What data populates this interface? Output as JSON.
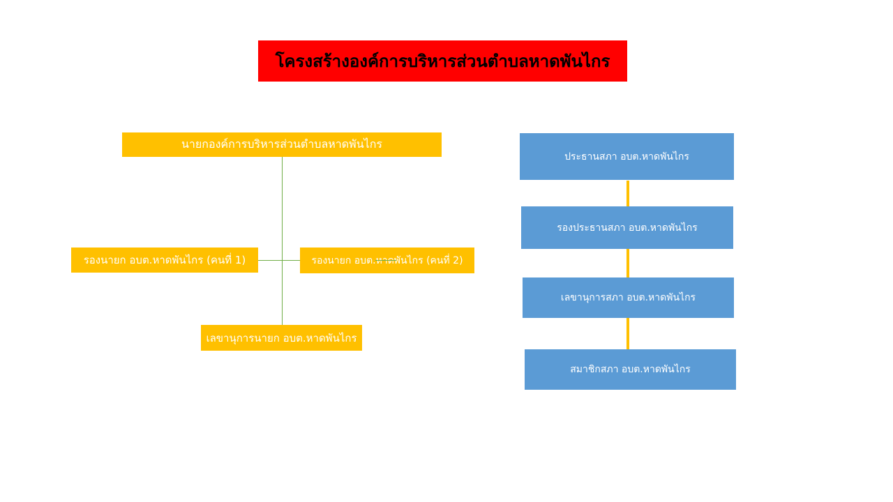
{
  "title": "โครงสร้างองค์การบริหารส่วนตำบลหาดพันไกร",
  "executive": {
    "chief": "นายกองค์การบริหารส่วนตำบลหาดพันไกร",
    "deputy_1": "รองนายก อบต.หาดพันไกร (คนที่  1)",
    "deputy_2": "รองนายก อบต.หาดพันไกร (คนที่  2)",
    "secretary": "เลขานุการนายก อบต.หาดพันไกร"
  },
  "council": {
    "president": "ประธานสภา อบต.หาดพันไกร",
    "vice_president": "รองประธานสภา อบต.หาดพันไกร",
    "secretary": "เลขานุการสภา อบต.หาดพันไกร",
    "members": "สมาชิกสภา อบต.หาดพันไกร"
  },
  "colors": {
    "title_bg": "#ff0000",
    "executive_box": "#ffc000",
    "council_box": "#5b9bd5",
    "executive_connector": "#70ad47",
    "council_connector": "#ffc000"
  }
}
